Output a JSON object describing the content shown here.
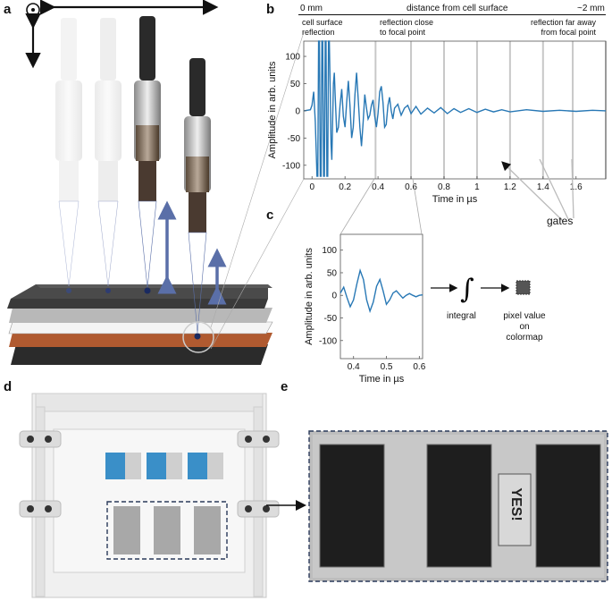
{
  "panels": {
    "a": "a",
    "b": "b",
    "c": "c",
    "d": "d",
    "e": "e"
  },
  "panel_b": {
    "top_left_label": "0 mm",
    "top_center_label": "distance from cell surface",
    "top_right_label": "~2 mm",
    "ann_left": [
      "cell surface",
      "reflection"
    ],
    "ann_mid": [
      "reflection close",
      "to focal point"
    ],
    "ann_right": [
      "reflection far away",
      "from focal point"
    ],
    "gates_label": "gates"
  },
  "panel_c": {
    "integral_label": "integral",
    "pixel_label": [
      "pixel value",
      "on",
      "colormap"
    ]
  },
  "panel_e": {
    "logo_text": "YES!"
  },
  "colors": {
    "signal": "#2878b5",
    "gate": "#c8c8c8",
    "arrow_blue": "#5a6fa8",
    "copper": "#b05a30",
    "teal_block": "#3a8fc8"
  },
  "chart_data": [
    {
      "type": "line",
      "title": "",
      "xlabel": "Time in µs",
      "ylabel": "Amplitude in arb. units",
      "xlim": [
        -0.05,
        1.78
      ],
      "ylim": [
        -125,
        128
      ],
      "xticks": [
        "0",
        "0.2",
        "0.4",
        "0.6",
        "0.8",
        "1",
        "1.2",
        "1.4",
        "1.6"
      ],
      "yticks": [
        "100",
        "50",
        "0",
        "-50",
        "-100"
      ],
      "gates_x": [
        0.385,
        0.6,
        0.8,
        1.0,
        1.2,
        1.4,
        1.58,
        1.78
      ],
      "series": [
        {
          "x": [
            -0.05,
            -0.01,
            0.0,
            0.01,
            0.02,
            0.03,
            0.035,
            0.04,
            0.045,
            0.05,
            0.055,
            0.06,
            0.065,
            0.07,
            0.075,
            0.08,
            0.085,
            0.09,
            0.095,
            0.1,
            0.105,
            0.11,
            0.115,
            0.12,
            0.125,
            0.13,
            0.135,
            0.14,
            0.15,
            0.16,
            0.17,
            0.18,
            0.19,
            0.2,
            0.21,
            0.22,
            0.23,
            0.24,
            0.25,
            0.26,
            0.27,
            0.28,
            0.29,
            0.3,
            0.31,
            0.32,
            0.33,
            0.34,
            0.35,
            0.36,
            0.37,
            0.38,
            0.39,
            0.4,
            0.41,
            0.42,
            0.43,
            0.44,
            0.45,
            0.46,
            0.47,
            0.48,
            0.49,
            0.5,
            0.52,
            0.54,
            0.56,
            0.58,
            0.6,
            0.63,
            0.66,
            0.7,
            0.74,
            0.78,
            0.82,
            0.86,
            0.9,
            0.95,
            1.0,
            1.05,
            1.1,
            1.15,
            1.2,
            1.3,
            1.4,
            1.5,
            1.6,
            1.7,
            1.78
          ],
          "y": [
            0,
            2,
            10,
            35,
            -20,
            -120,
            -120,
            128,
            128,
            -120,
            -120,
            128,
            128,
            -120,
            -120,
            128,
            128,
            -120,
            -120,
            128,
            128,
            40,
            -60,
            -90,
            -20,
            50,
            70,
            30,
            -40,
            -30,
            10,
            40,
            -10,
            -30,
            15,
            55,
            10,
            -50,
            -30,
            30,
            70,
            20,
            -30,
            -65,
            -20,
            30,
            5,
            -15,
            -8,
            10,
            20,
            -10,
            -30,
            -5,
            35,
            45,
            15,
            -30,
            -25,
            10,
            25,
            0,
            -15,
            5,
            12,
            -8,
            5,
            10,
            -5,
            8,
            -6,
            5,
            -4,
            6,
            -5,
            4,
            -3,
            4,
            -3,
            3,
            -2,
            2,
            -2,
            2,
            -1,
            1,
            -1,
            1,
            0
          ]
        }
      ]
    },
    {
      "type": "line",
      "title": "",
      "xlabel": "Time in µs",
      "ylabel": "Amplitude in arb. units",
      "xlim": [
        0.36,
        0.61
      ],
      "ylim": [
        -140,
        135
      ],
      "xticks": [
        "0.4",
        "0.5",
        "0.6"
      ],
      "yticks": [
        "100",
        "50",
        "0",
        "-50",
        "-100"
      ],
      "series": [
        {
          "x": [
            0.36,
            0.37,
            0.38,
            0.39,
            0.4,
            0.41,
            0.42,
            0.43,
            0.44,
            0.45,
            0.46,
            0.47,
            0.48,
            0.49,
            0.5,
            0.51,
            0.52,
            0.53,
            0.54,
            0.55,
            0.56,
            0.57,
            0.58,
            0.59,
            0.6,
            0.61
          ],
          "y": [
            5,
            18,
            -5,
            -25,
            -10,
            25,
            55,
            35,
            -10,
            -35,
            -15,
            20,
            35,
            10,
            -20,
            -10,
            5,
            10,
            2,
            -6,
            0,
            4,
            0,
            -3,
            0,
            1
          ]
        }
      ]
    }
  ]
}
